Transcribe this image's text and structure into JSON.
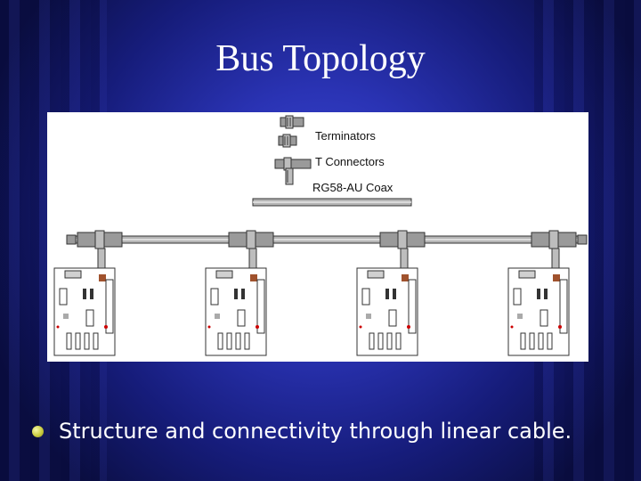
{
  "slide": {
    "title": "Bus Topology",
    "bullet": "Structure and connectivity through linear cable."
  },
  "diagram": {
    "legend": {
      "terminators": "Terminators",
      "t_connectors": "T Connectors",
      "cable": "RG58-AU Coax"
    },
    "node_count": 4
  },
  "colors": {
    "background": "#2a33b4",
    "bullet": "#c9cc3f",
    "title_text": "#ffffff"
  }
}
